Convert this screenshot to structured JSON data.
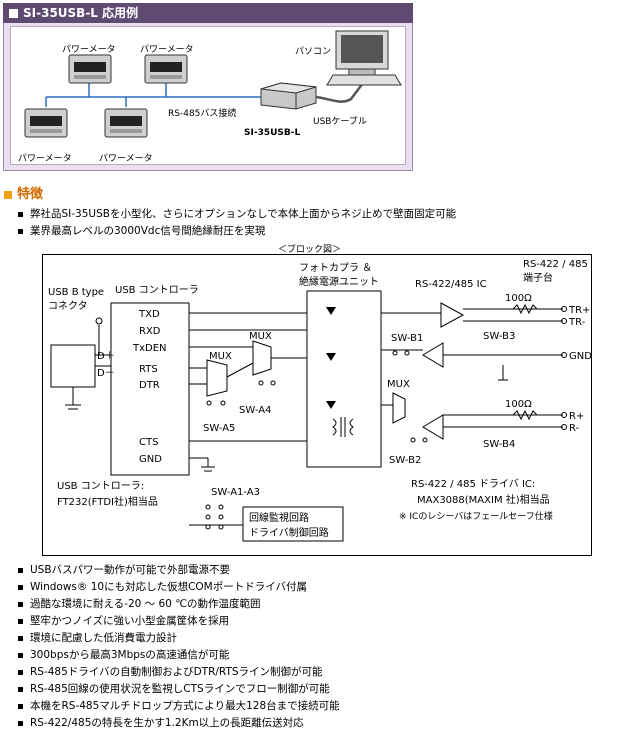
{
  "application": {
    "title": "SI-35USB-L 応用例",
    "meter_labels": [
      "パワーメータ",
      "パワーメータ",
      "パワーメータ",
      "パワーメータ"
    ],
    "pc_label": "パソコン",
    "bus_label": "RS-485バス接続",
    "device_label": "SI-35USB-L",
    "cable_label": "USBケーブル"
  },
  "features": {
    "heading": "特徴",
    "items_top": [
      "弊社品SI-35USBを小型化、さらにオプションなしで本体上面からネジ止めで壁面固定可能",
      "業界最高レベルの3000Vdc信号間絶縁耐圧を実現"
    ],
    "items_bottom": [
      "USBバスパワー動作が可能で外部電源不要",
      "Windows® 10にも対応した仮想COMポートドライバ付属",
      "過酷な環境に耐える-20 ～ 60 ℃の動作温度範囲",
      "堅牢かつノイズに強い小型金属筐体を採用",
      "環境に配慮した低消費電力設計",
      "300bpsから最高3Mbpsの高速通信が可能",
      "RS-485ドライバの自動制御およびDTR/RTSライン制御が可能",
      "RS-485回線の使用状況を監視しCTSラインでフロー制御が可能",
      "本機をRS-485マルチドロップ方式により最大128台まで接続可能",
      "RS-422/485の特長を生かす1.2Km以上の長距離伝送対応"
    ]
  },
  "block_diagram": {
    "caption": "＜ブロック図＞",
    "usb_connector": [
      "USB B type",
      "コネクタ"
    ],
    "dplus": "D＋",
    "dminus": "D－",
    "controller_title": "USB コントローラ",
    "signals": [
      "TXD",
      "RXD",
      "TxDEN",
      "RTS",
      "DTR",
      "CTS",
      "GND"
    ],
    "mux_label": "MUX",
    "switches": {
      "a1_a3": "SW-A1-A3",
      "a4": "SW-A4",
      "a5": "SW-A5",
      "b1": "SW-B1",
      "b2": "SW-B2",
      "b3": "SW-B3",
      "b4": "SW-B4"
    },
    "isolation": [
      "フォトカプラ ＆",
      "絶縁電源ユニット"
    ],
    "ic_label": "RS-422/485 IC",
    "terminal_label": [
      "RS-422 / 485",
      "端子台"
    ],
    "resistor": "100Ω",
    "terminals": [
      "TR+",
      "TR-",
      "GND",
      "R+",
      "R-"
    ],
    "controller_note": [
      "USB コントローラ:",
      "FT232(FTDI社)相当品"
    ],
    "driver_note": [
      "RS-422 / 485 ドライバ IC:",
      "MAX3088(MAXIM 社)相当品",
      "※ ICのレシーバはフェールセーフ仕様"
    ],
    "monitor_box": [
      "回線監視回路",
      "ドライバ制御回路"
    ]
  }
}
